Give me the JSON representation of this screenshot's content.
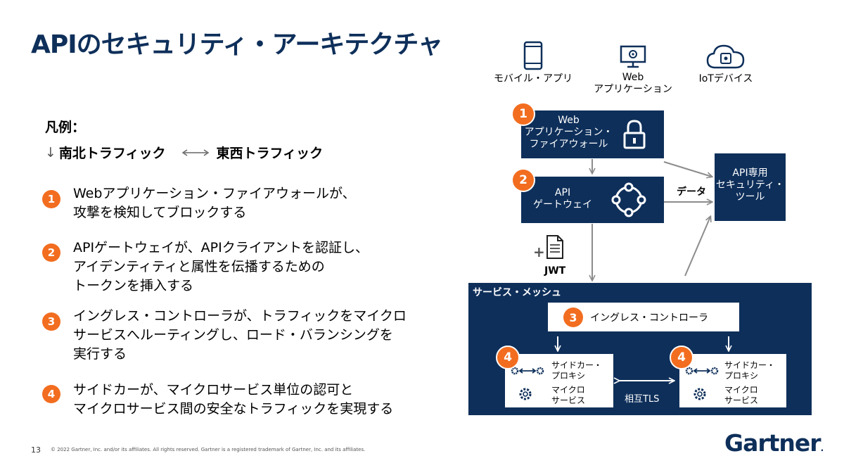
{
  "title": "APIのセキュリティ・アーキテクチャ",
  "legend": {
    "heading": "凡例：",
    "ns_label": "南北トラフィック",
    "ew_label": "東西トラフィック"
  },
  "items": [
    {
      "num": "1",
      "lines": [
        "Webアプリケーション・ファイアウォールが、",
        "攻撃を検知してブロックする"
      ]
    },
    {
      "num": "2",
      "lines": [
        "APIゲートウェイが、APIクライアントを認証し、",
        "アイデンティティと属性を伝播するための",
        "トークンを挿入する"
      ]
    },
    {
      "num": "3",
      "lines": [
        "イングレス・コントローラが、トラフィックをマイクロ",
        "サービスへルーティングし、ロード・バランシングを",
        "実行する"
      ]
    },
    {
      "num": "4",
      "lines": [
        "サイドカーが、マイクロサービス単位の認可と",
        "マイクロサービス間の安全なトラフィックを実現する"
      ]
    }
  ],
  "diagram": {
    "clients": [
      {
        "label": [
          "モバイル・アプリ"
        ],
        "icon": "mobile-icon"
      },
      {
        "label": [
          "Web",
          "アプリケーション"
        ],
        "icon": "monitor-gear-icon"
      },
      {
        "label": [
          "IoTデバイス"
        ],
        "icon": "cloud-device-icon"
      }
    ],
    "waf": {
      "num": "1",
      "lines": [
        "Web",
        "アプリケーション・",
        "ファイアウォール"
      ],
      "icon": "lock-icon"
    },
    "gateway": {
      "num": "2",
      "lines": [
        "API",
        "ゲートウェイ"
      ],
      "icon": "network-ring-icon"
    },
    "security_tool": {
      "lines": [
        "API専用",
        "セキュリティ・",
        "ツール"
      ]
    },
    "data_label": "データ",
    "jwt": {
      "plus": "+",
      "label": "JWT",
      "icon": "document-icon"
    },
    "mesh": {
      "label": "サービス・メッシュ",
      "ingress": {
        "num": "3",
        "label": "イングレス・コントローラ"
      },
      "sidecars": [
        {
          "num": "4",
          "proxy": [
            "サイドカー・",
            "プロキシ"
          ],
          "service": [
            "マイクロ",
            "サービス"
          ]
        },
        {
          "num": "4",
          "proxy": [
            "サイドカー・",
            "プロキシ"
          ],
          "service": [
            "マイクロ",
            "サービス"
          ]
        }
      ],
      "mtls": "相互TLS"
    }
  },
  "footer": {
    "page": "13",
    "copyright": "© 2022 Gartner, Inc. and/or its affiliates. All rights reserved. Gartner is a registered trademark of Gartner, Inc. and its affiliates.",
    "logo": "Gartner",
    "logo_dot": "."
  },
  "colors": {
    "navy": "#0e2f5a",
    "orange": "#f26d1f",
    "arrow": "#8c8c8c"
  }
}
